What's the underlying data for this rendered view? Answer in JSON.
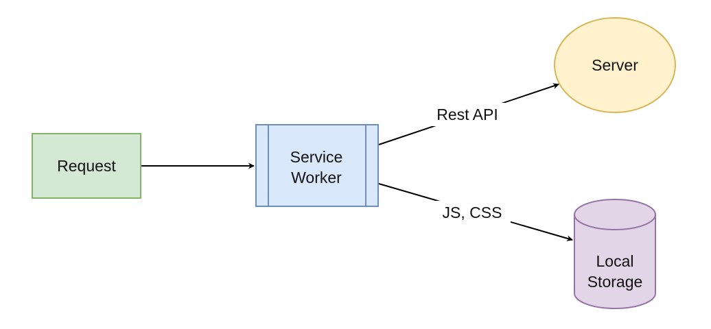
{
  "colors": {
    "request_fill": "#d5e8d4",
    "request_stroke": "#82b366",
    "worker_fill": "#dae8fc",
    "worker_stroke": "#6c8ebf",
    "server_fill": "#fff2cc",
    "server_stroke": "#d6b656",
    "storage_fill": "#e1d5e7",
    "storage_stroke": "#9673a6",
    "edge": "#000000"
  },
  "nodes": {
    "request": {
      "label": "Request",
      "shape": "rectangle"
    },
    "service_worker": {
      "label_line1": "Service",
      "label_line2": "Worker",
      "shape": "process"
    },
    "server": {
      "label": "Server",
      "shape": "ellipse"
    },
    "local_storage": {
      "label_line1": "Local",
      "label_line2": "Storage",
      "shape": "cylinder"
    }
  },
  "edges": {
    "request_to_worker": {
      "from": "Request",
      "to": "Service Worker",
      "label": ""
    },
    "worker_to_server": {
      "from": "Service Worker",
      "to": "Server",
      "label": "Rest API"
    },
    "worker_to_storage": {
      "from": "Service Worker",
      "to": "Local Storage",
      "label": "JS, CSS"
    }
  }
}
